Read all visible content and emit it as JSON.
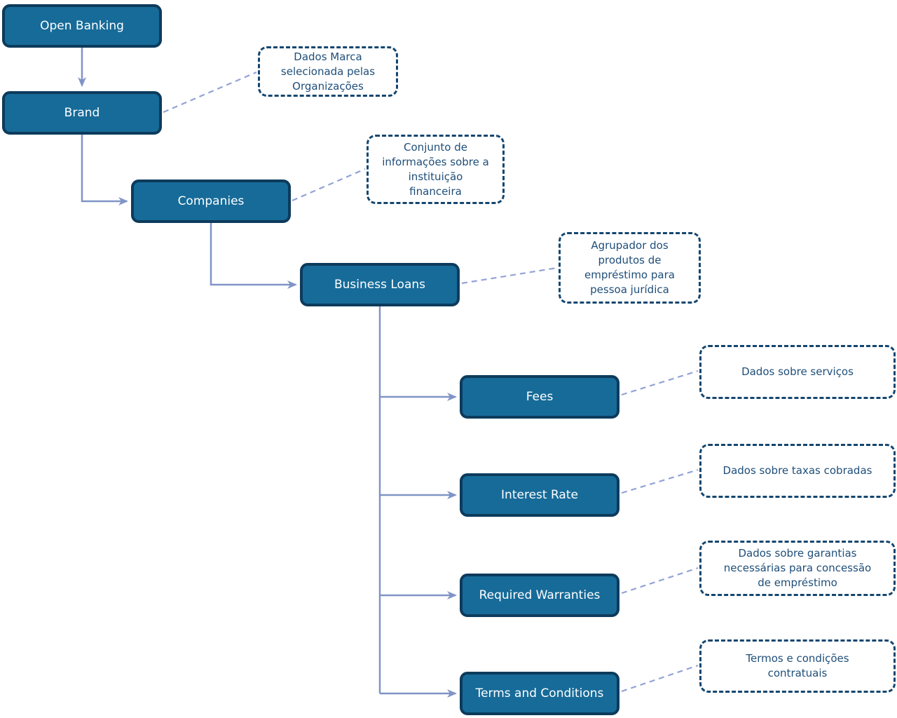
{
  "diagram": {
    "nodes": [
      {
        "label": "Open Banking"
      },
      {
        "label": "Brand"
      },
      {
        "label": "Companies"
      },
      {
        "label": "Business Loans"
      },
      {
        "label": "Fees"
      },
      {
        "label": "Interest Rate"
      },
      {
        "label": "Required Warranties"
      },
      {
        "label": "Terms and Conditions"
      }
    ],
    "edges": [
      {
        "from": "Open Banking",
        "to": "Brand"
      },
      {
        "from": "Brand",
        "to": "Companies"
      },
      {
        "from": "Companies",
        "to": "Business Loans"
      },
      {
        "from": "Business Loans",
        "to": "Fees"
      },
      {
        "from": "Business Loans",
        "to": "Interest Rate"
      },
      {
        "from": "Business Loans",
        "to": "Required Warranties"
      },
      {
        "from": "Business Loans",
        "to": "Terms and Conditions"
      }
    ],
    "annotations": [
      {
        "for": "Brand",
        "text": "Dados Marca\nselecionada pelas\nOrganizações"
      },
      {
        "for": "Companies",
        "text": "Conjunto de\ninformações sobre a\ninstituição\nfinanceira"
      },
      {
        "for": "Business Loans",
        "text": "Agrupador dos\nprodutos de\nempréstimo para\npessoa jurídica"
      },
      {
        "for": "Fees",
        "text": "Dados sobre serviços"
      },
      {
        "for": "Interest Rate",
        "text": "Dados sobre taxas cobradas"
      },
      {
        "for": "Required Warranties",
        "text": "Dados sobre garantias\nnecessárias para concessão\nde empréstimo"
      },
      {
        "for": "Terms and Conditions",
        "text": "Termos e condições\ncontratuais"
      }
    ],
    "colors": {
      "node_fill": "#176B99",
      "node_border": "#0D3B5C",
      "node_text": "#FFFFFF",
      "connector": "#8094C6",
      "leader_dashed": "#93A3D6",
      "annotation_border": "#14466F",
      "annotation_text": "#1F4E79",
      "background": "#FFFFFF"
    }
  }
}
